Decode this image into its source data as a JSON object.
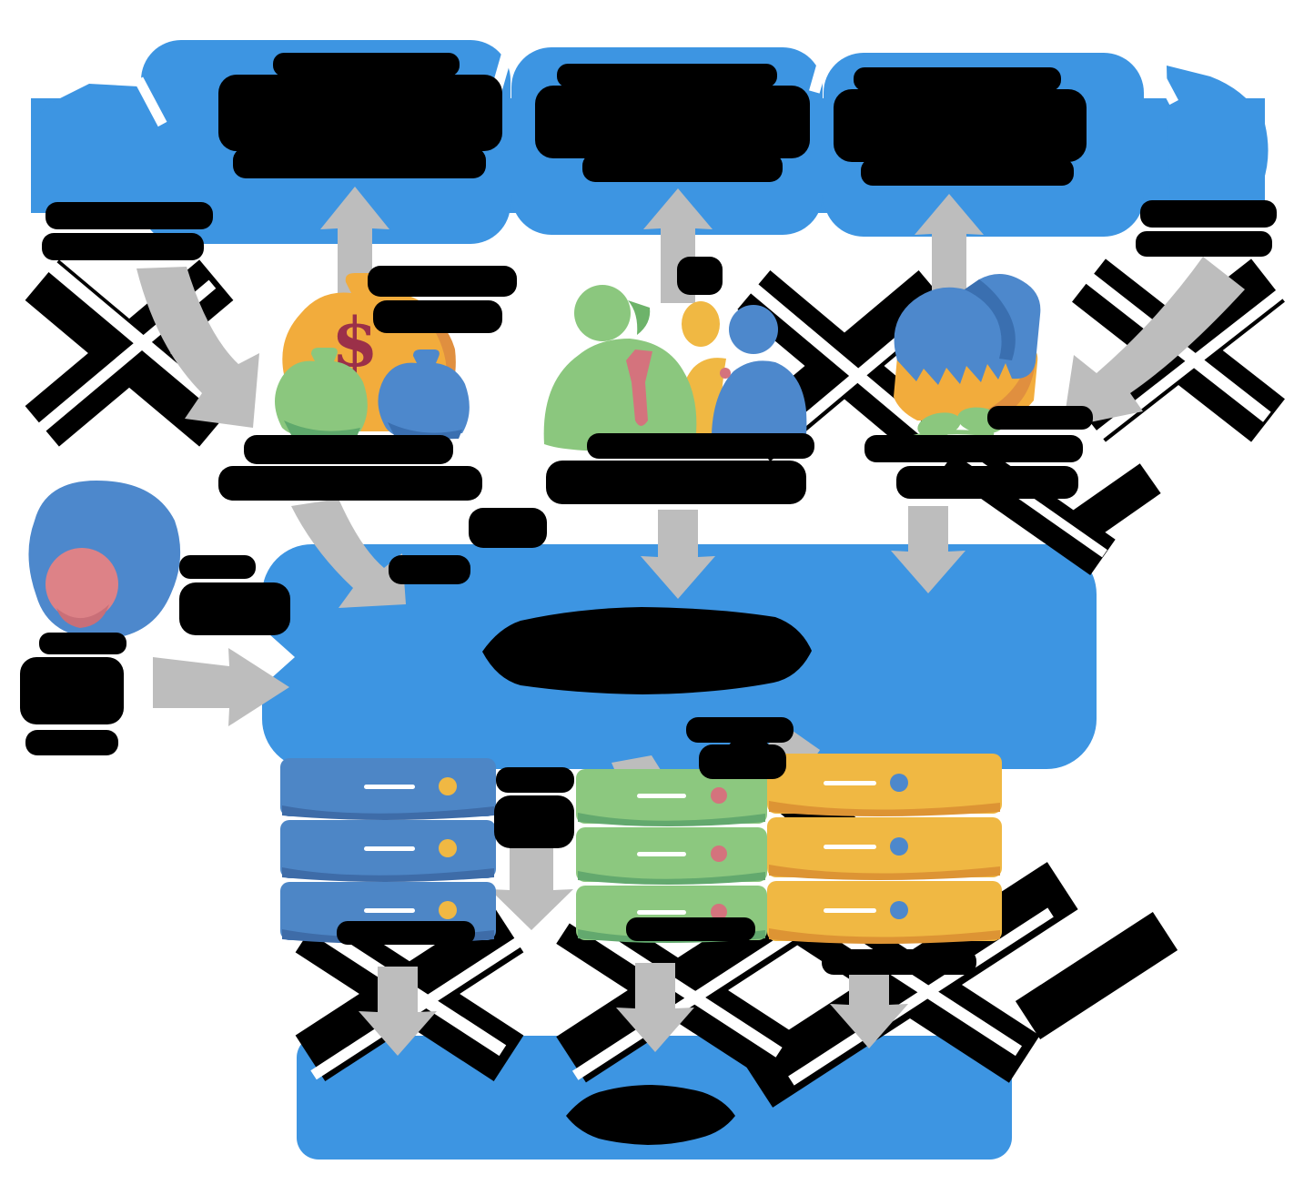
{
  "app": {
    "type": "flow-infographic",
    "all_text_redacted": true,
    "legible_text_note": "Every textual label in the source screenshot is obscured by an irregular black blob; the only legible glyph is the dollar sign on the money-bag icon."
  },
  "icons": {
    "money_bag": {
      "name": "money-bag-icon",
      "currency_symbol": "$"
    },
    "team": {
      "name": "team-people-icon"
    },
    "handshake": {
      "name": "handshake-gear-icon"
    },
    "support_person": {
      "name": "person-avatar-icon"
    },
    "servers": [
      {
        "name": "server-rack-blue",
        "body_color": "#4d86c6",
        "indicator_color": "#f0b843",
        "units": 3
      },
      {
        "name": "server-rack-green",
        "body_color": "#8cc87f",
        "indicator_color": "#d4737d",
        "units": 3
      },
      {
        "name": "server-rack-yellow",
        "body_color": "#f0b843",
        "indicator_color": "#4d88cc",
        "units": 3
      }
    ]
  },
  "palette": {
    "primary_blue": "#3d95e2",
    "arrow_gray": "#bdbdbd",
    "redaction_black": "#000000",
    "accent_yellow": "#f2ac3c",
    "accent_orange": "#e08f3f",
    "accent_green": "#8bc77e",
    "accent_green_dark": "#5fa96c",
    "accent_blue": "#4d88cc",
    "accent_blue_dark": "#3a6fb0",
    "accent_red": "#d4737d",
    "head_pink": "#dd8287",
    "dollar_red": "#9b3049"
  },
  "layout_counts": {
    "top_boxes": 3,
    "top_side_caps": 2,
    "icon_groups_middle": 3,
    "server_racks": 3,
    "arrows_into_bottom_box": 3
  }
}
